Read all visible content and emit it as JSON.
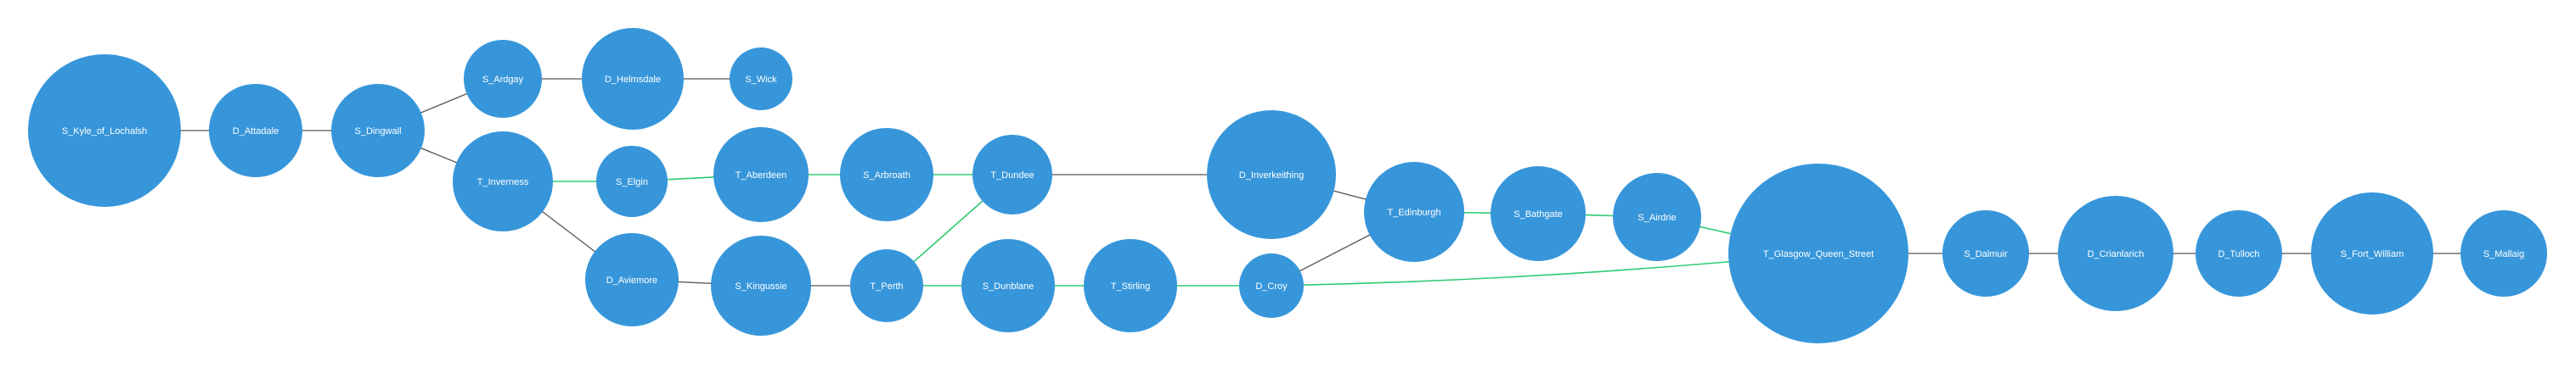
{
  "colors": {
    "node_fill": "#3796da",
    "node_label": "#ffffff",
    "edge_default": "#555555",
    "edge_highlight": "#2ecc71",
    "background": "#ffffff"
  },
  "nodes": [
    {
      "id": "S_Kyle_of_Lochalsh",
      "label": "S_Kyle_of_Lochalsh"
    },
    {
      "id": "D_Attadale",
      "label": "D_Attadale"
    },
    {
      "id": "S_Dingwall",
      "label": "S_Dingwall"
    },
    {
      "id": "S_Ardgay",
      "label": "S_Ardgay"
    },
    {
      "id": "D_Helmsdale",
      "label": "D_Helmsdale"
    },
    {
      "id": "S_Wick",
      "label": "S_Wick"
    },
    {
      "id": "T_Inverness",
      "label": "T_Inverness"
    },
    {
      "id": "S_Elgin",
      "label": "S_Elgin"
    },
    {
      "id": "T_Aberdeen",
      "label": "T_Aberdeen"
    },
    {
      "id": "S_Arbroath",
      "label": "S_Arbroath"
    },
    {
      "id": "T_Dundee",
      "label": "T_Dundee"
    },
    {
      "id": "D_Inverkeithing",
      "label": "D_Inverkeithing"
    },
    {
      "id": "T_Edinburgh",
      "label": "T_Edinburgh"
    },
    {
      "id": "S_Bathgate",
      "label": "S_Bathgate"
    },
    {
      "id": "S_Airdrie",
      "label": "S_Airdrie"
    },
    {
      "id": "T_Glasgow_Queen_Street",
      "label": "T_Glasgow_Queen_Street"
    },
    {
      "id": "S_Dalmuir",
      "label": "S_Dalmuir"
    },
    {
      "id": "D_Crianlarich",
      "label": "D_Crianlarich"
    },
    {
      "id": "D_Tulloch",
      "label": "D_Tulloch"
    },
    {
      "id": "S_Fort_William",
      "label": "S_Fort_William"
    },
    {
      "id": "S_Mallaig",
      "label": "S_Mallaig"
    },
    {
      "id": "D_Aviemore",
      "label": "D_Aviemore"
    },
    {
      "id": "S_Kingussie",
      "label": "S_Kingussie"
    },
    {
      "id": "T_Perth",
      "label": "T_Perth"
    },
    {
      "id": "S_Dunblane",
      "label": "S_Dunblane"
    },
    {
      "id": "T_Stirling",
      "label": "T_Stirling"
    },
    {
      "id": "D_Croy",
      "label": "D_Croy"
    }
  ],
  "edges": [
    {
      "from": "S_Kyle_of_Lochalsh",
      "to": "D_Attadale",
      "highlight": false
    },
    {
      "from": "D_Attadale",
      "to": "S_Dingwall",
      "highlight": false
    },
    {
      "from": "S_Dingwall",
      "to": "S_Ardgay",
      "highlight": false
    },
    {
      "from": "S_Ardgay",
      "to": "D_Helmsdale",
      "highlight": false
    },
    {
      "from": "D_Helmsdale",
      "to": "S_Wick",
      "highlight": false
    },
    {
      "from": "S_Dingwall",
      "to": "T_Inverness",
      "highlight": false
    },
    {
      "from": "T_Inverness",
      "to": "S_Elgin",
      "highlight": true
    },
    {
      "from": "S_Elgin",
      "to": "T_Aberdeen",
      "highlight": true
    },
    {
      "from": "T_Aberdeen",
      "to": "S_Arbroath",
      "highlight": true
    },
    {
      "from": "S_Arbroath",
      "to": "T_Dundee",
      "highlight": true
    },
    {
      "from": "T_Dundee",
      "to": "D_Inverkeithing",
      "highlight": false
    },
    {
      "from": "D_Inverkeithing",
      "to": "T_Edinburgh",
      "highlight": false
    },
    {
      "from": "T_Edinburgh",
      "to": "S_Bathgate",
      "highlight": true
    },
    {
      "from": "S_Bathgate",
      "to": "S_Airdrie",
      "highlight": true
    },
    {
      "from": "S_Airdrie",
      "to": "T_Glasgow_Queen_Street",
      "highlight": true
    },
    {
      "from": "T_Glasgow_Queen_Street",
      "to": "S_Dalmuir",
      "highlight": false
    },
    {
      "from": "S_Dalmuir",
      "to": "D_Crianlarich",
      "highlight": false
    },
    {
      "from": "D_Crianlarich",
      "to": "D_Tulloch",
      "highlight": false
    },
    {
      "from": "D_Tulloch",
      "to": "S_Fort_William",
      "highlight": false
    },
    {
      "from": "S_Fort_William",
      "to": "S_Mallaig",
      "highlight": false
    },
    {
      "from": "T_Inverness",
      "to": "D_Aviemore",
      "highlight": false
    },
    {
      "from": "D_Aviemore",
      "to": "S_Kingussie",
      "highlight": false
    },
    {
      "from": "S_Kingussie",
      "to": "T_Perth",
      "highlight": false
    },
    {
      "from": "T_Perth",
      "to": "T_Dundee",
      "highlight": true
    },
    {
      "from": "T_Perth",
      "to": "S_Dunblane",
      "highlight": true
    },
    {
      "from": "S_Dunblane",
      "to": "T_Stirling",
      "highlight": true
    },
    {
      "from": "T_Stirling",
      "to": "D_Croy",
      "highlight": true
    },
    {
      "from": "D_Croy",
      "to": "T_Edinburgh",
      "highlight": false
    },
    {
      "from": "D_Croy",
      "to": "T_Glasgow_Queen_Street",
      "highlight": true
    }
  ]
}
